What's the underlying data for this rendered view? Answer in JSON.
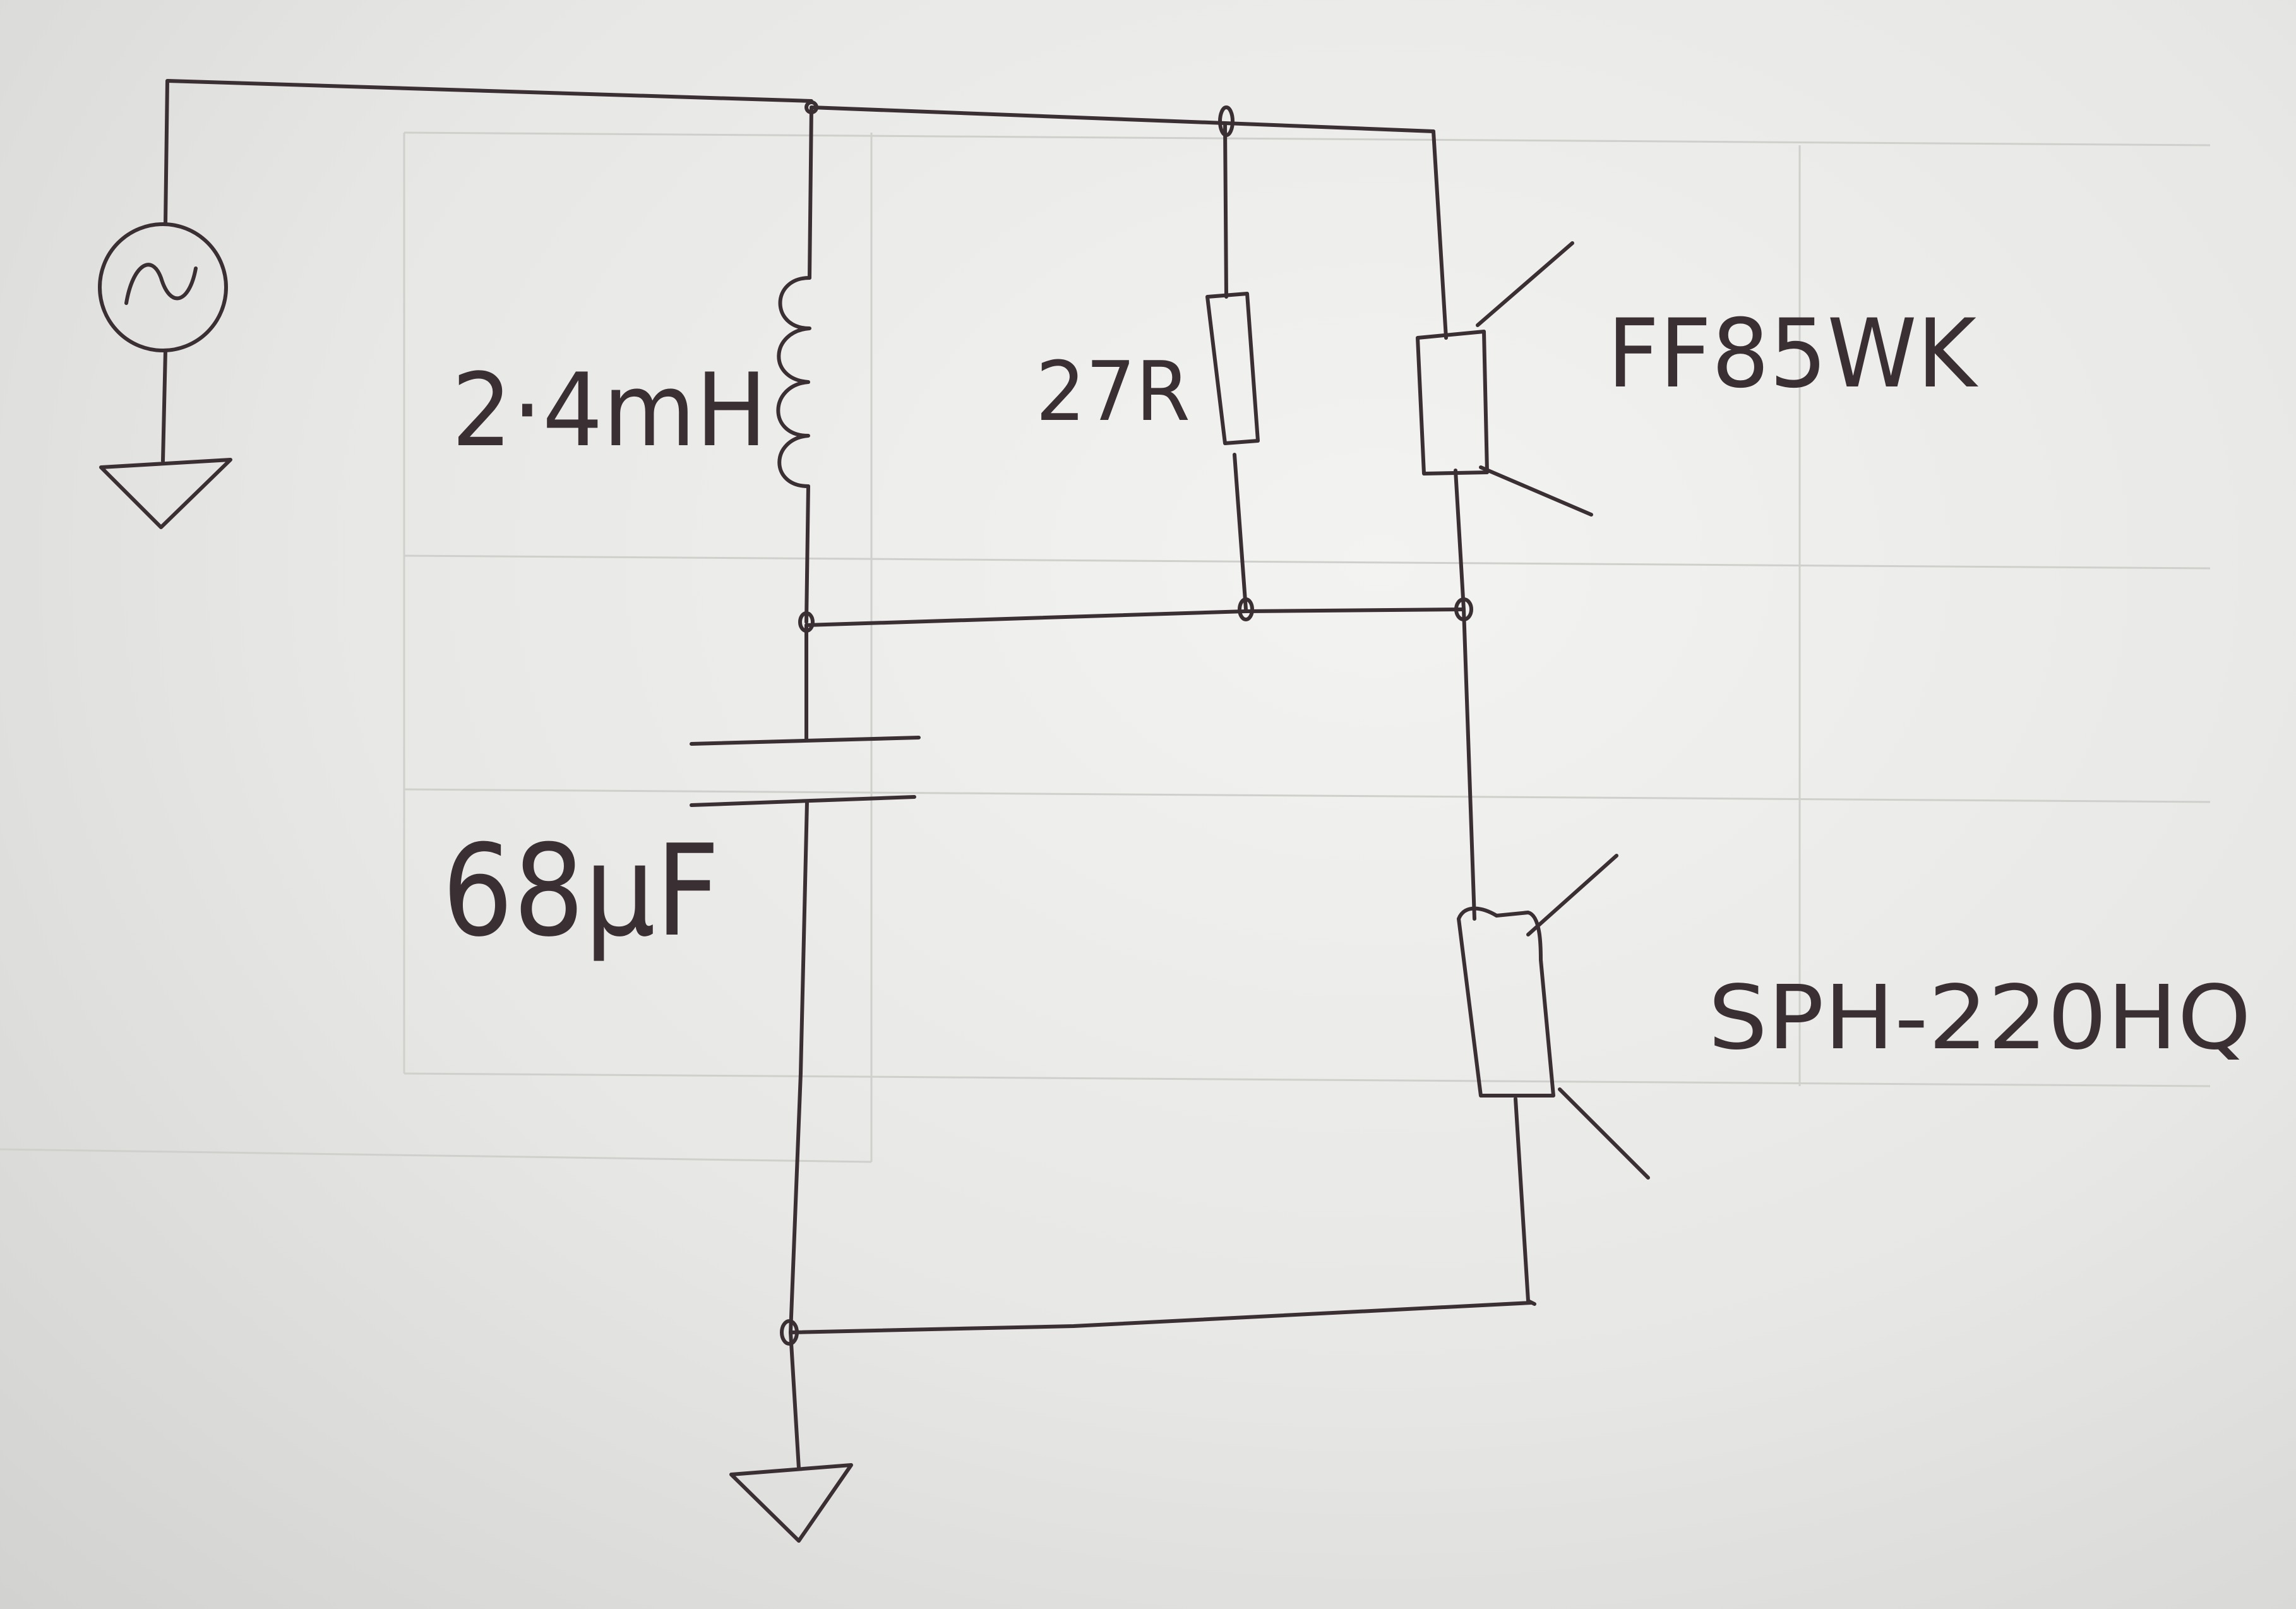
{
  "diagram": {
    "type": "hand-drawn circuit schematic",
    "ink_color": "#3a2f33",
    "paper_color": "#efefed",
    "components": {
      "source": {
        "icon": "ac-source-icon"
      },
      "inductor": {
        "label": "2·4mH"
      },
      "resistor": {
        "label": "27R"
      },
      "tweeter": {
        "label": "FF85WK",
        "icon": "speaker-icon"
      },
      "capacitor": {
        "label": "68μF"
      },
      "woofer": {
        "label": "SPH-220HQ",
        "icon": "speaker-icon"
      },
      "ground_left": {
        "icon": "ground-icon"
      },
      "ground_bottom": {
        "icon": "ground-icon"
      }
    }
  }
}
